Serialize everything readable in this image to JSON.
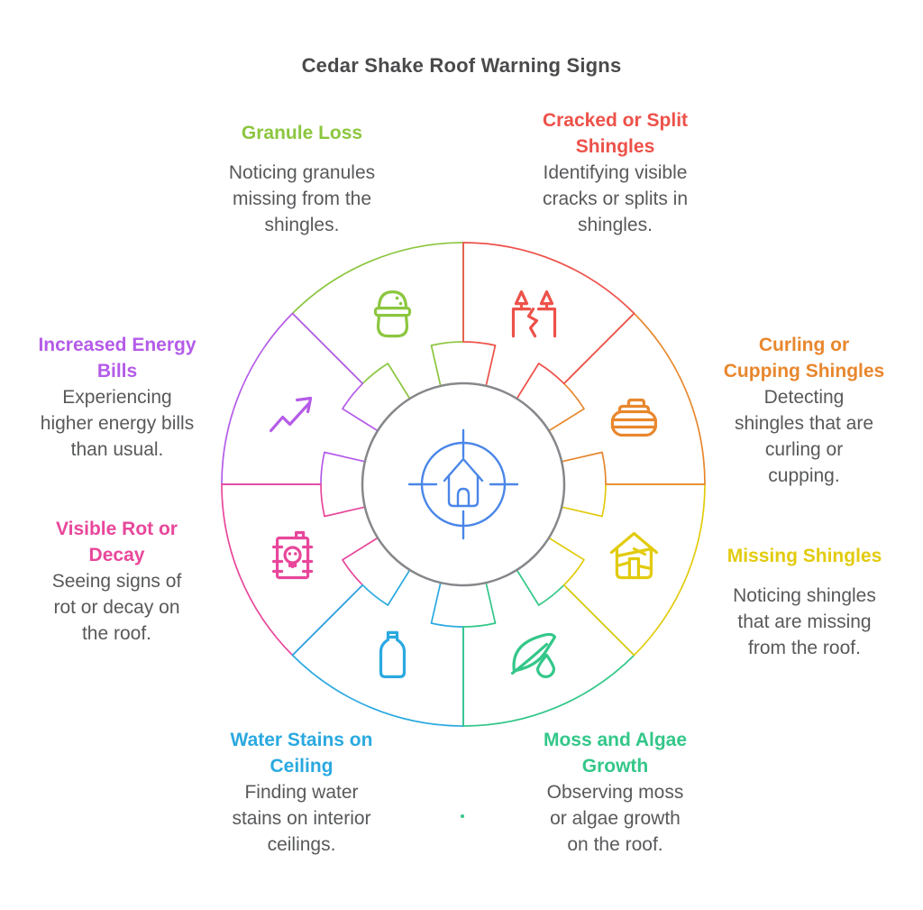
{
  "title": {
    "text": "Cedar Shake Roof Warning Signs",
    "color": "#4a4a4c"
  },
  "desc_color": "#58595b",
  "center": {
    "icon": "house-target-icon",
    "color": "#4a86e8",
    "hub_ring_color": "#85878a"
  },
  "decor_dot_color": "#33c789",
  "segments": [
    {
      "label": "Cracked or Split\nShingles",
      "desc": "Identifying visible\ncracks or splits in\nshingles.",
      "color": "#ed5149",
      "icon": "split-shingles-icon"
    },
    {
      "label": "Curling or\nCupping Shingles",
      "desc": "Detecting\nshingles that are\ncurling or\ncupping.",
      "color": "#e8872d",
      "icon": "curling-stone-icon"
    },
    {
      "label": "Missing Shingles",
      "desc": "Noticing shingles\nthat are missing\nfrom the roof.",
      "color": "#e2cb0e",
      "icon": "damaged-house-icon"
    },
    {
      "label": "Moss and Algae\nGrowth",
      "desc": "Observing moss\nor algae growth\non the roof.",
      "color": "#33c789",
      "icon": "leaf-droplet-icon"
    },
    {
      "label": "Water Stains on\nCeiling",
      "desc": "Finding water\nstains on interior\nceilings.",
      "color": "#2aa9e0",
      "icon": "water-bottle-icon"
    },
    {
      "label": "Visible Rot or\nDecay",
      "desc": "Seeing signs of\nrot or decay on\nthe roof.",
      "color": "#e8479b",
      "icon": "toxic-barrel-icon"
    },
    {
      "label": "Increased Energy\nBills",
      "desc": "Experiencing\nhigher energy bills\nthan usual.",
      "color": "#b45be8",
      "icon": "trend-arrow-icon"
    },
    {
      "label": "Granule Loss",
      "desc": "Noticing granules\nmissing from the\nshingles.",
      "color": "#8cc63f",
      "icon": "granule-sack-icon"
    }
  ]
}
